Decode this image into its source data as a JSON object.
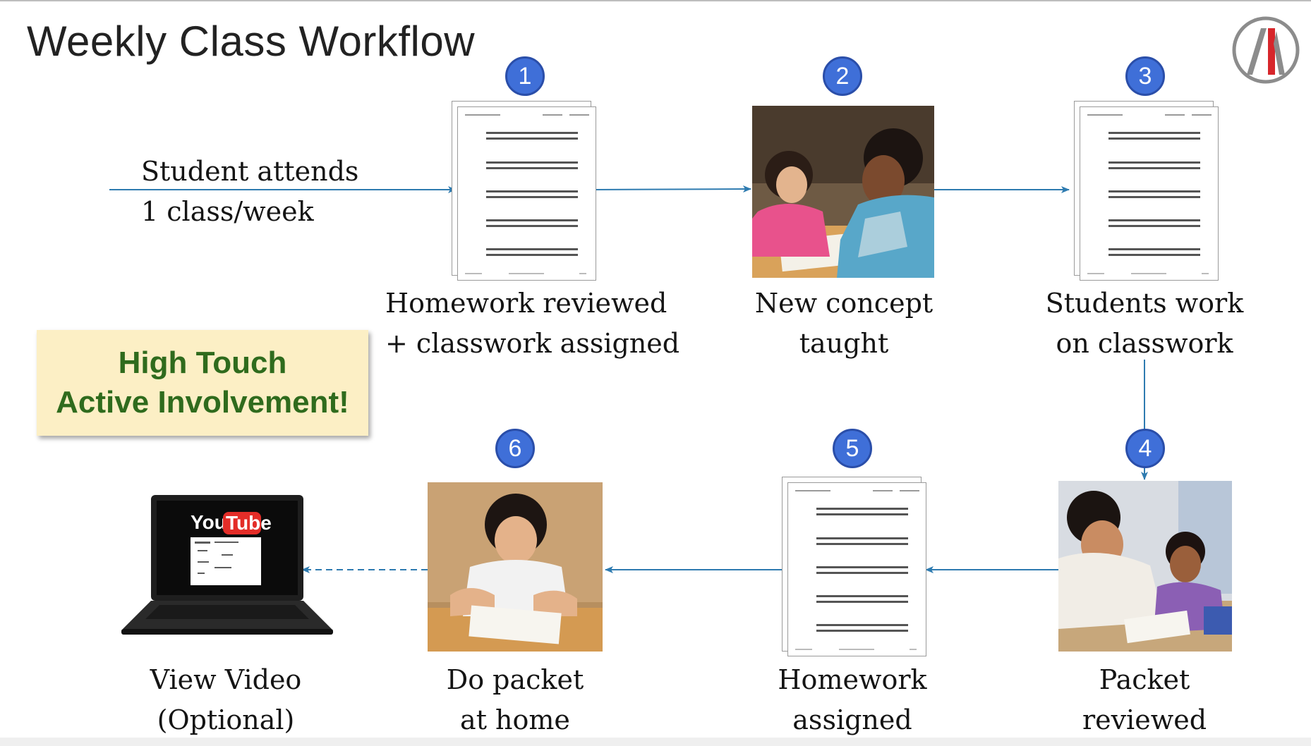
{
  "title": "Weekly Class Workflow",
  "intro": {
    "line1": "Student attends",
    "line2": "1 class/week"
  },
  "callout": {
    "line1": "High Touch",
    "line2": "Active Involvement!"
  },
  "steps": [
    {
      "number": "1",
      "line1": "Homework reviewed",
      "line2": "+ classwork assigned"
    },
    {
      "number": "2",
      "line1": "New concept",
      "line2": "taught"
    },
    {
      "number": "3",
      "line1": "Students work",
      "line2": "on classwork"
    },
    {
      "number": "4",
      "line1": "Packet",
      "line2": "reviewed"
    },
    {
      "number": "5",
      "line1": "Homework",
      "line2": "assigned"
    },
    {
      "number": "6",
      "line1": "Do packet",
      "line2": "at home"
    }
  ],
  "video": {
    "line1": "View Video",
    "line2": "(Optional)",
    "brand_you": "You",
    "brand_tube": "Tube"
  },
  "colors": {
    "badge": "#3f6fd8",
    "arrow": "#2e7bb0",
    "callout_bg": "#fcefc5",
    "callout_text": "#2f6b1d",
    "logo_red": "#d7262b"
  }
}
